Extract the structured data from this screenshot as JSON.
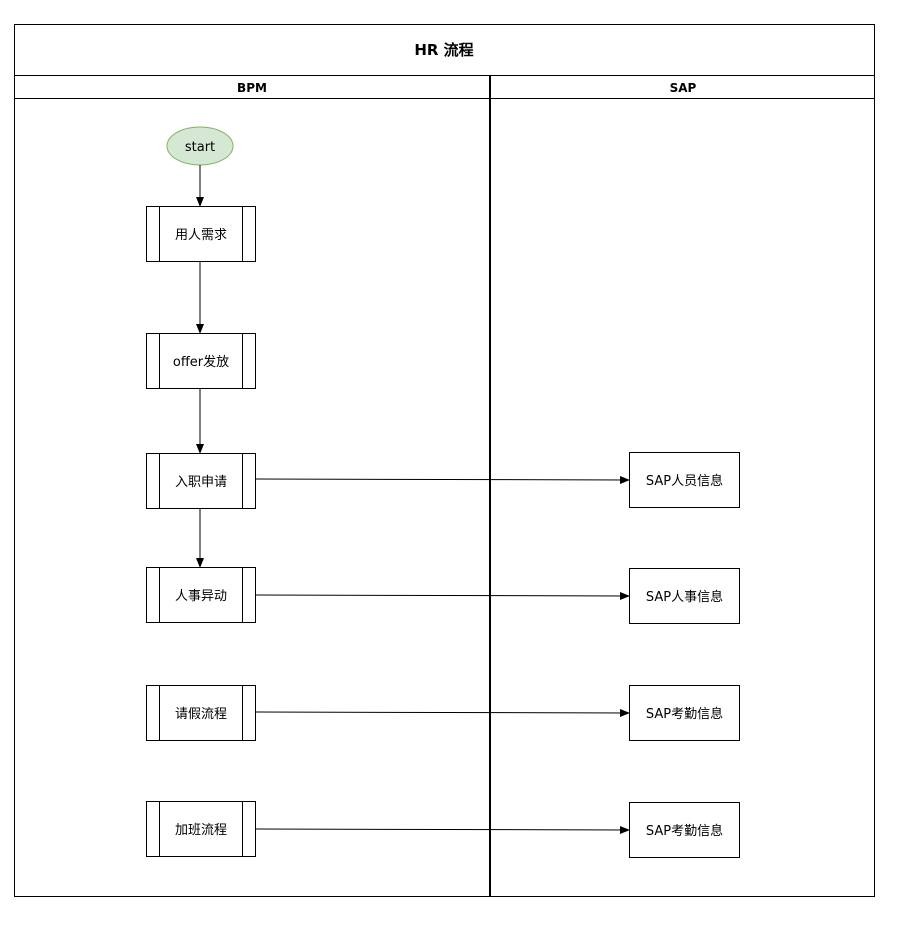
{
  "pool": {
    "title": "HR 流程"
  },
  "lanes": {
    "left": "BPM",
    "right": "SAP"
  },
  "start": {
    "label": "start",
    "fill": "#d5e8d4",
    "stroke": "#82b366"
  },
  "bpm_steps": [
    {
      "label": "用人需求"
    },
    {
      "label": "offer发放"
    },
    {
      "label": "入职申请"
    },
    {
      "label": "人事异动"
    },
    {
      "label": "请假流程"
    },
    {
      "label": "加班流程"
    }
  ],
  "sap_steps": [
    {
      "label": "SAP人员信息"
    },
    {
      "label": "SAP人事信息"
    },
    {
      "label": "SAP考勤信息"
    },
    {
      "label": "SAP考勤信息"
    }
  ]
}
